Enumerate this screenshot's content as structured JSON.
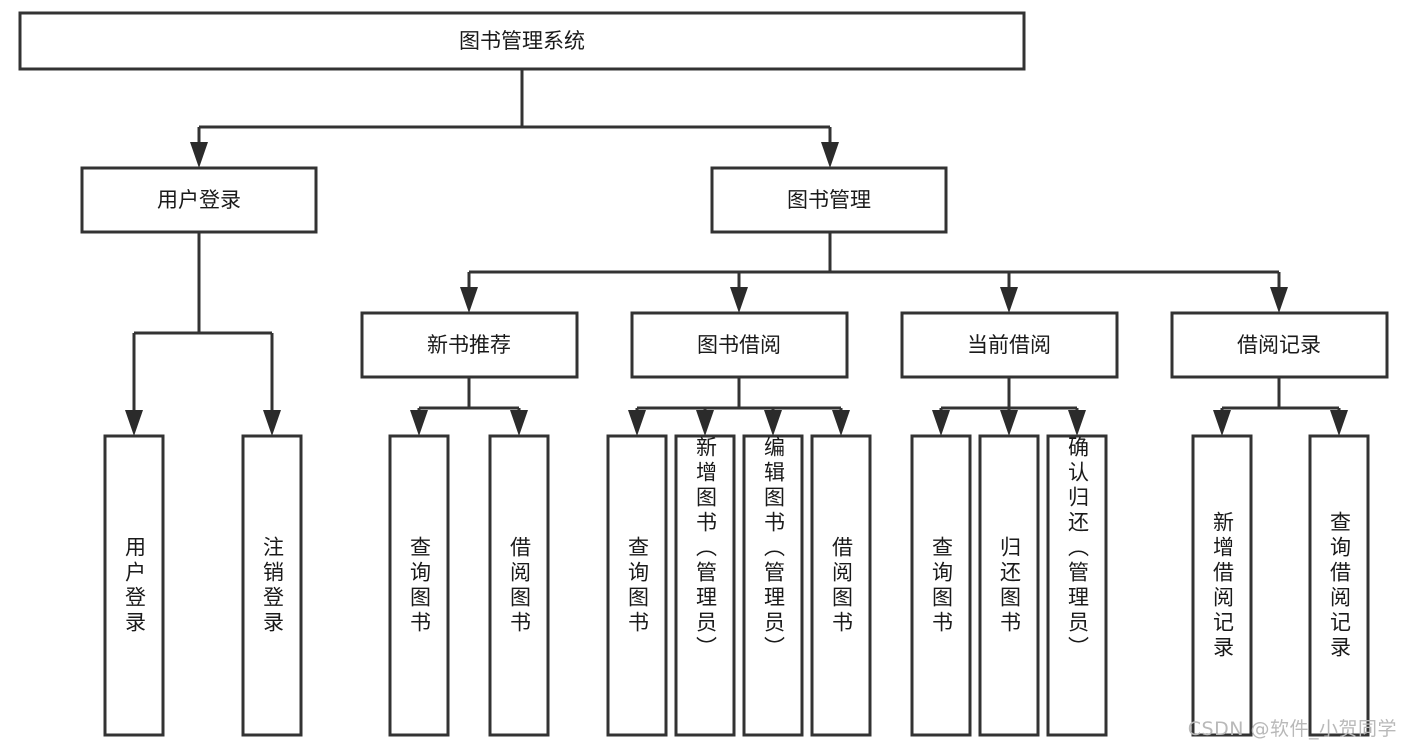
{
  "diagram": {
    "type": "tree-hierarchy",
    "title_node": {
      "id": "root",
      "label": "图书管理系统"
    },
    "level2": [
      {
        "id": "user-login",
        "label": "用户登录"
      },
      {
        "id": "book-manage",
        "label": "图书管理"
      }
    ],
    "level3": [
      {
        "id": "new-book-rec",
        "label": "新书推荐",
        "parent": "book-manage"
      },
      {
        "id": "book-borrow",
        "label": "图书借阅",
        "parent": "book-manage"
      },
      {
        "id": "current-borrow",
        "label": "当前借阅",
        "parent": "book-manage"
      },
      {
        "id": "borrow-record",
        "label": "借阅记录",
        "parent": "book-manage"
      }
    ],
    "leaves": {
      "user-login": [
        {
          "id": "leaf-user-login",
          "label": "用户登录"
        },
        {
          "id": "leaf-user-logout",
          "label": "注销登录"
        }
      ],
      "new-book-rec": [
        {
          "id": "leaf-query-book-1",
          "label": "查询图书"
        },
        {
          "id": "leaf-borrow-book-1",
          "label": "借阅图书"
        }
      ],
      "book-borrow": [
        {
          "id": "leaf-query-book-2",
          "label": "查询图书"
        },
        {
          "id": "leaf-add-book",
          "label": "新增图书（管理员）"
        },
        {
          "id": "leaf-edit-book",
          "label": "编辑图书（管理员）"
        },
        {
          "id": "leaf-borrow-book-2",
          "label": "借阅图书"
        }
      ],
      "current-borrow": [
        {
          "id": "leaf-query-book-3",
          "label": "查询图书"
        },
        {
          "id": "leaf-return-book",
          "label": "归还图书"
        },
        {
          "id": "leaf-confirm-return",
          "label": "确认归还（管理员）"
        }
      ],
      "borrow-record": [
        {
          "id": "leaf-add-record",
          "label": "新增借阅记录"
        },
        {
          "id": "leaf-query-record",
          "label": "查询借阅记录"
        }
      ]
    }
  },
  "watermark": {
    "text": "CSDN @软件_小贺同学"
  },
  "colors": {
    "box_stroke": "#333333",
    "box_fill": "#ffffff",
    "text": "#1a1a1a",
    "connector": "#333333",
    "watermark": "#b9b9b9",
    "background": "#ffffff"
  }
}
